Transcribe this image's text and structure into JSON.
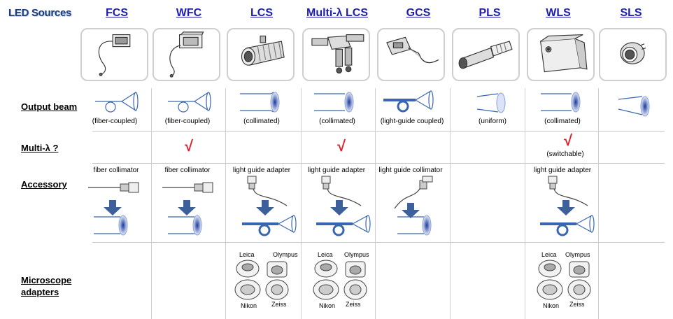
{
  "title": "LED Sources",
  "columns": [
    {
      "name": "FCS",
      "output": "(fiber-coupled)",
      "multi": false,
      "accessory": "fiber collimator",
      "adapters": false
    },
    {
      "name": "WFC",
      "output": "(fiber-coupled)",
      "multi": true,
      "accessory": "fiber collimator",
      "adapters": false
    },
    {
      "name": "LCS",
      "output": "(collimated)",
      "multi": false,
      "accessory": "light guide adapter",
      "adapters": true
    },
    {
      "name": "Multi-λ LCS",
      "output": "(collimated)",
      "multi": true,
      "accessory": "light guide adapter",
      "adapters": true
    },
    {
      "name": "GCS",
      "output": "(light-guide coupled)",
      "multi": false,
      "accessory": "light guide collimator",
      "adapters": false
    },
    {
      "name": "PLS",
      "output": "(uniform)",
      "multi": false,
      "accessory": "",
      "adapters": false
    },
    {
      "name": "WLS",
      "output": "(collimated)",
      "multi": true,
      "multi_note": "(switchable)",
      "accessory": "light guide adapter",
      "adapters": true
    },
    {
      "name": "SLS",
      "output": "",
      "multi": false,
      "accessory": "",
      "adapters": false
    }
  ],
  "rows": {
    "output_beam": "Output beam",
    "multi": "Multi-λ ?",
    "accessory": "Accessory",
    "microscope_1": "Microscope",
    "microscope_2": "adapters"
  },
  "check_mark": "√",
  "adapter_labels": {
    "leica": "Leica",
    "olympus": "Olympus",
    "nikon": "Nikon",
    "zeiss": "Zeiss"
  },
  "colors": {
    "title": "#1f3d7a",
    "link": "#1d1db0",
    "beam": "#3a66b0",
    "check": "#e0202a"
  }
}
